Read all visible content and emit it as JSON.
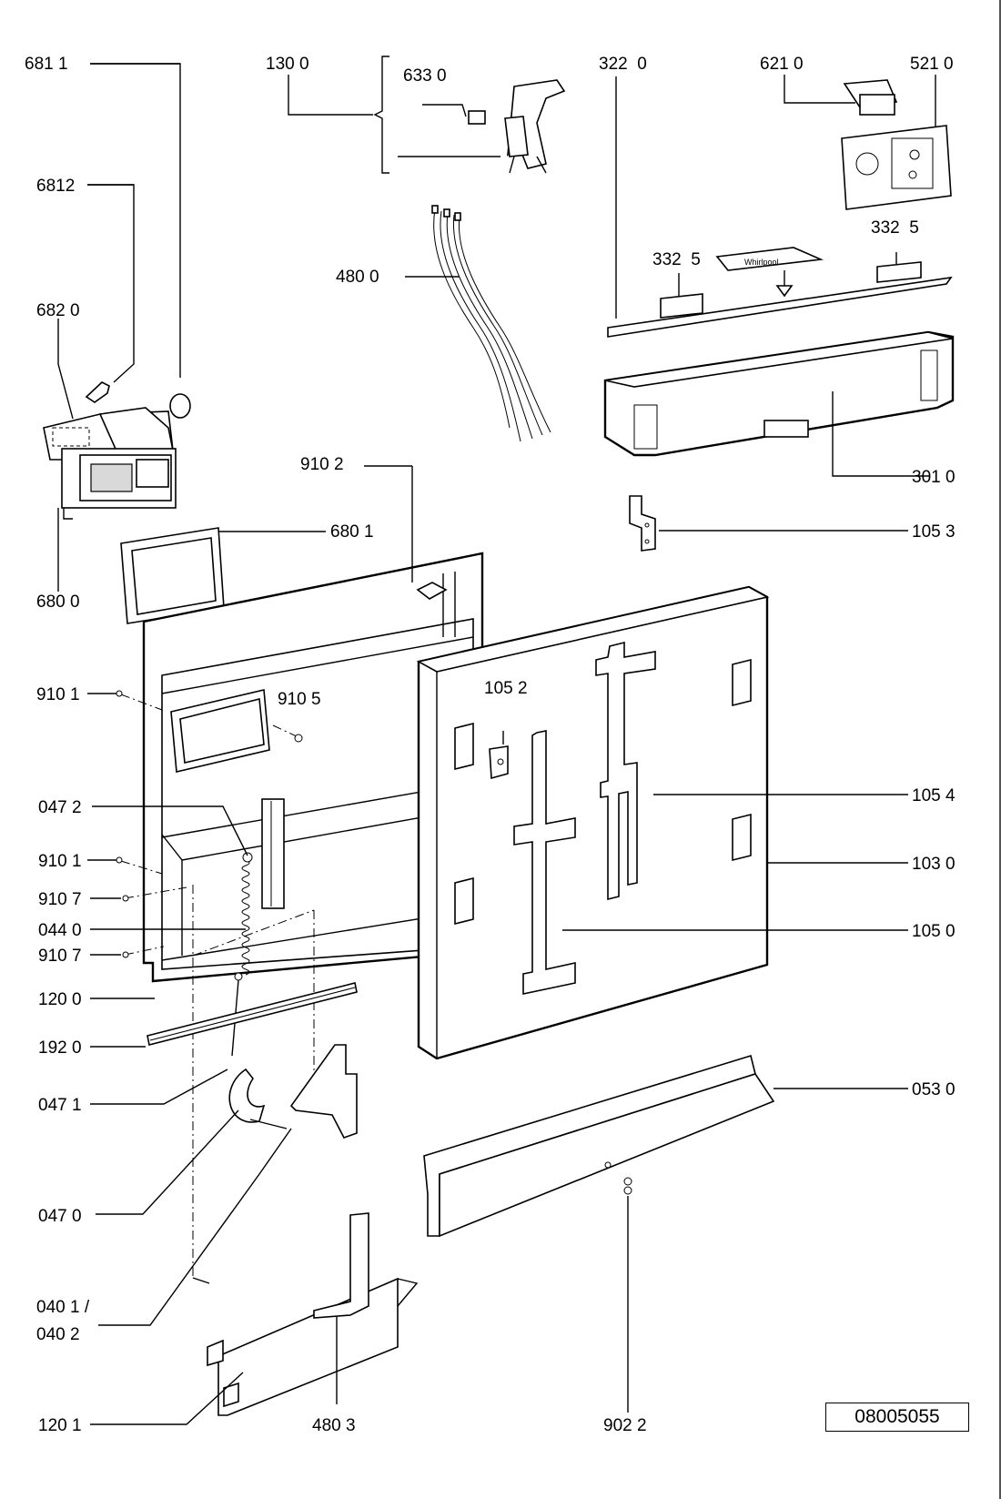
{
  "diagram": {
    "title": "Exploded parts diagram - dishwasher door and control panel",
    "reference_number": "08005055",
    "brand_plate_text": "Whirlpool",
    "labels": {
      "p6811": "681 1",
      "p1300": "130 0",
      "p6330": "633 0",
      "p3220": "322  0",
      "p6210": "621 0",
      "p5210": "521 0",
      "p6812": "6812",
      "p4800": "480 0",
      "p3325a": "332  5",
      "p3325b": "332  5",
      "p6820": "682 0",
      "p9102": "910 2",
      "p3010": "301 0",
      "p1053": "105 3",
      "p6801": "680 1",
      "p6800": "680 0",
      "p9101a": "910 1",
      "p9105": "910 5",
      "p1052": "105 2",
      "p1054": "105 4",
      "p0472": "047 2",
      "p9101b": "910 1",
      "p1030": "103 0",
      "p9107a": "910 7",
      "p0440": "044 0",
      "p1050": "105 0",
      "p9107b": "910 7",
      "p1200": "120 0",
      "p1920": "192 0",
      "p0530": "053 0",
      "p0471": "047 1",
      "p0470": "047 0",
      "p0401": "040 1 /",
      "p0402": "040 2",
      "p1201": "120 1",
      "p4803": "480 3",
      "p9022": "902 2"
    }
  }
}
